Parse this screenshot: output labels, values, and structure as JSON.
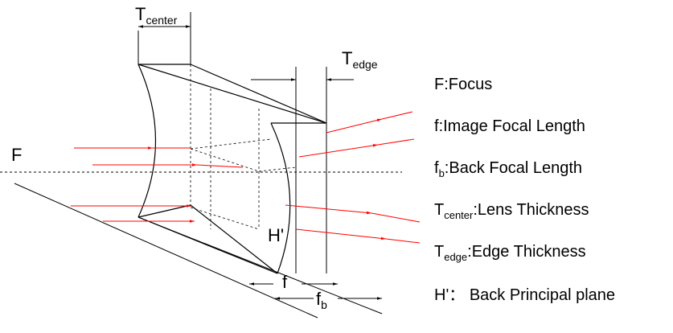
{
  "diagram": {
    "labels": {
      "t_center": {
        "main": "T",
        "sub": "center"
      },
      "t_edge": {
        "main": "T",
        "sub": "edge"
      },
      "focus": "F",
      "principal": "H'",
      "f": "f",
      "fb": {
        "main": "f",
        "sub": "b"
      }
    },
    "colors": {
      "line": "#000000",
      "ray": "#ff0000",
      "dashed": "#000000"
    }
  },
  "legend": [
    {
      "main": "F",
      "sub": "",
      "text": ":Focus"
    },
    {
      "main": "f",
      "sub": "",
      "text": ":Image Focal Length"
    },
    {
      "main": "f",
      "sub": "b",
      "text": ":Back Focal Length"
    },
    {
      "main": "T",
      "sub": "center",
      "text": ":Lens Thickness"
    },
    {
      "main": "T",
      "sub": "edge",
      "text": ":Edge Thickness"
    },
    {
      "main": "H'",
      "sub": "",
      "text": "： Back Principal plane"
    }
  ]
}
